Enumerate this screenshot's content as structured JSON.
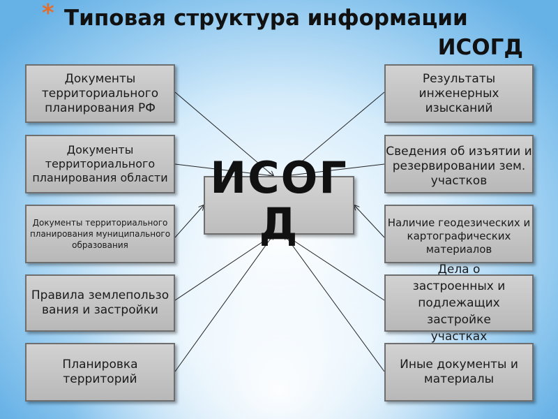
{
  "title": {
    "bullet": "*",
    "line1": "Типовая структура информации",
    "line2": "ИСОГД"
  },
  "center": {
    "label": "ИСОГ Д"
  },
  "left_boxes": [
    {
      "text": "Документы территориального планирования РФ"
    },
    {
      "text": "Документы территориального планирования области"
    },
    {
      "text": "Документы территориального планирования муниципального образования"
    },
    {
      "text": "Правила землепользования и застройки"
    },
    {
      "text": "Планировка территорий"
    }
  ],
  "right_boxes": [
    {
      "text": "Результаты инженерных изысканий"
    },
    {
      "text": "Сведения об изъятии и резервировании зем. участков"
    },
    {
      "text": "Наличие геодезических и картографических материалов"
    },
    {
      "text": "Дела о застроенных и подлежащих застройке участках"
    },
    {
      "text": "Иные документы и материалы"
    }
  ],
  "colors": {
    "box_fill": "#c4c4c4",
    "box_border": "#6e6e6e",
    "bullet": "#e07030",
    "background": "#8cc6ee"
  }
}
